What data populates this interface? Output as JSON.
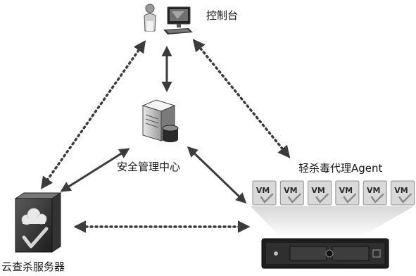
{
  "nodes": {
    "console": {
      "label": "控制台",
      "icon": "user-computer-icon"
    },
    "management_center": {
      "label": "安全管理中心",
      "icon": "server-database-icon"
    },
    "agent": {
      "label": "轻杀毒代理Agent",
      "icon": "vm-rack-server-icon"
    },
    "cloud_server": {
      "label": "云查杀服务器",
      "icon": "cloud-server-icon"
    }
  },
  "vm_tiles": [
    "VM",
    "VM",
    "VM",
    "VM",
    "VM",
    "VM"
  ],
  "connections": [
    {
      "from": "console",
      "to": "management_center",
      "style": "solid"
    },
    {
      "from": "management_center",
      "to": "cloud_server",
      "style": "solid"
    },
    {
      "from": "management_center",
      "to": "agent",
      "style": "solid"
    },
    {
      "from": "console",
      "to": "cloud_server",
      "style": "dotted"
    },
    {
      "from": "console",
      "to": "agent",
      "style": "dotted"
    },
    {
      "from": "cloud_server",
      "to": "agent",
      "style": "dotted"
    }
  ],
  "colors": {
    "line": "#3c3c3c",
    "vm_tile": "#d9d9d9",
    "check": "#8a8a8a",
    "server_dark": "#2a2a2a"
  }
}
